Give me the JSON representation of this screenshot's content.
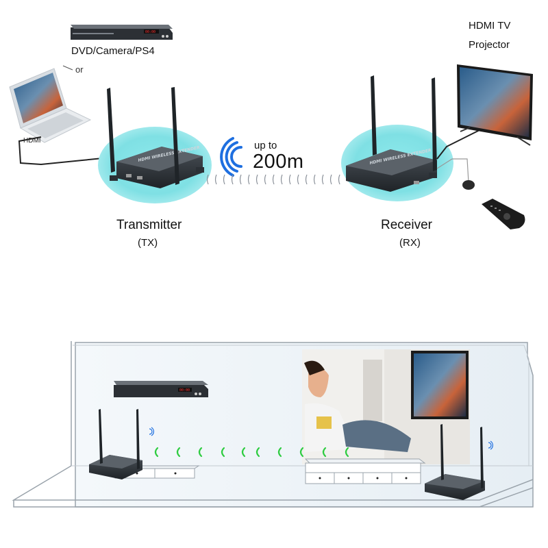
{
  "labels": {
    "source": "DVD/Camera/PS4",
    "or": "or",
    "hdmi": "HDMI",
    "display_line1": "HDMI TV",
    "display_line2": "Projector",
    "range_prefix": "up to",
    "range_value": "200m",
    "transmitter": "Transmitter",
    "transmitter_short": "(TX)",
    "receiver": "Receiver",
    "receiver_short": "(RX)"
  },
  "device_text": {
    "extender": "HDMI WIRELESS EXTENDER",
    "dvd_display": "00:00"
  },
  "colors": {
    "halo": "#7fe0e4",
    "signal_blue": "#1e6fe0",
    "signal_green": "#2ecc40",
    "device_dark": "#2b3035"
  }
}
